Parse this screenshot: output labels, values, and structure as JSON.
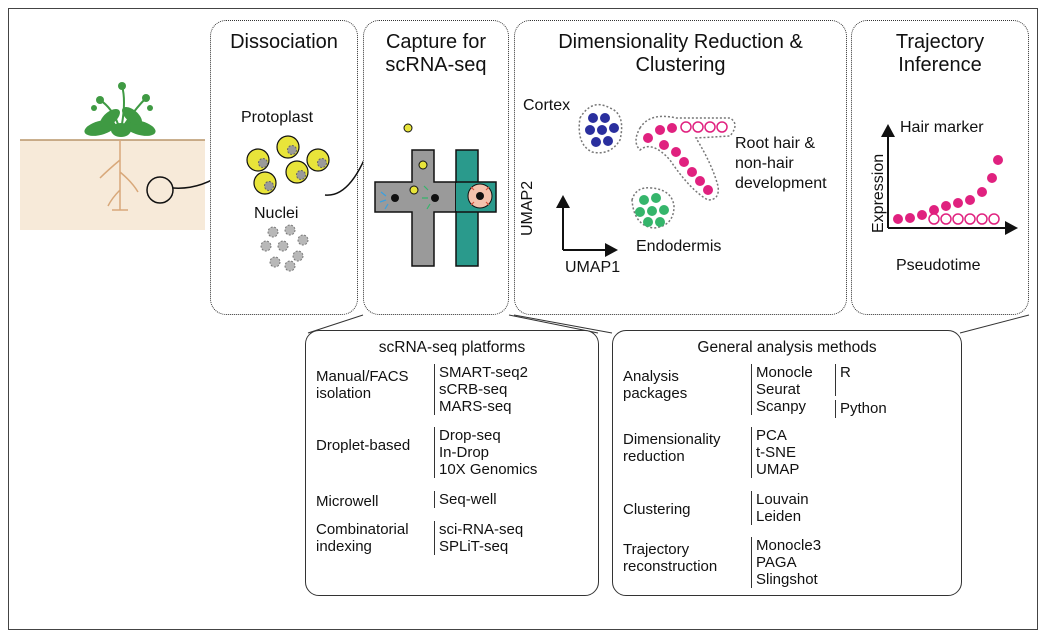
{
  "panels": {
    "dissociation": {
      "title": "Dissociation",
      "protoplast": "Protoplast",
      "nuclei": "Nuclei"
    },
    "capture": {
      "title_line1": "Capture for",
      "title_line2": "scRNA-seq"
    },
    "dimred": {
      "title_line1": "Dimensionality Reduction &",
      "title_line2": "Clustering",
      "cortex": "Cortex",
      "root_hair": [
        "Root hair &",
        "non-hair",
        "development"
      ],
      "endodermis": "Endodermis",
      "umap1": "UMAP1",
      "umap2": "UMAP2"
    },
    "trajectory": {
      "title_line1": "Trajectory",
      "title_line2": "Inference",
      "hair_marker": "Hair marker",
      "expression": "Expression",
      "pseudotime": "Pseudotime"
    }
  },
  "platforms": {
    "title": "scRNA-seq platforms",
    "rows": [
      {
        "label": [
          "Manual/FACS",
          "isolation"
        ],
        "items": [
          "SMART-seq2",
          "sCRB-seq",
          "MARS-seq"
        ]
      },
      {
        "label": [
          "Droplet-based"
        ],
        "items": [
          "Drop-seq",
          "In-Drop",
          "10X Genomics"
        ]
      },
      {
        "label": [
          "Microwell"
        ],
        "items": [
          "Seq-well"
        ]
      },
      {
        "label": [
          "Combinatorial",
          "indexing"
        ],
        "items": [
          "sci-RNA-seq",
          "SPLiT-seq"
        ]
      }
    ]
  },
  "methods": {
    "title": "General analysis methods",
    "rows": [
      {
        "label": [
          "Analysis",
          "packages"
        ],
        "items": [
          "Monocle",
          "Seurat",
          "Scanpy"
        ],
        "lang": [
          "R",
          "Python"
        ]
      },
      {
        "label": [
          "Dimensionality",
          "reduction"
        ],
        "items": [
          "PCA",
          "t-SNE",
          "UMAP"
        ]
      },
      {
        "label": [
          "Clustering"
        ],
        "items": [
          "Louvain",
          "Leiden"
        ]
      },
      {
        "label": [
          "Trajectory",
          "reconstruction"
        ],
        "items": [
          "Monocle3",
          "PAGA",
          "Slingshot"
        ]
      }
    ]
  },
  "colors": {
    "magenta": "#e0217f",
    "blue": "#2a2f9e",
    "green": "#35b56b",
    "teal": "#2a9a8c",
    "yellow": "#e8e43a",
    "grey": "#9a9a9a",
    "soil": "#f7ead9"
  }
}
